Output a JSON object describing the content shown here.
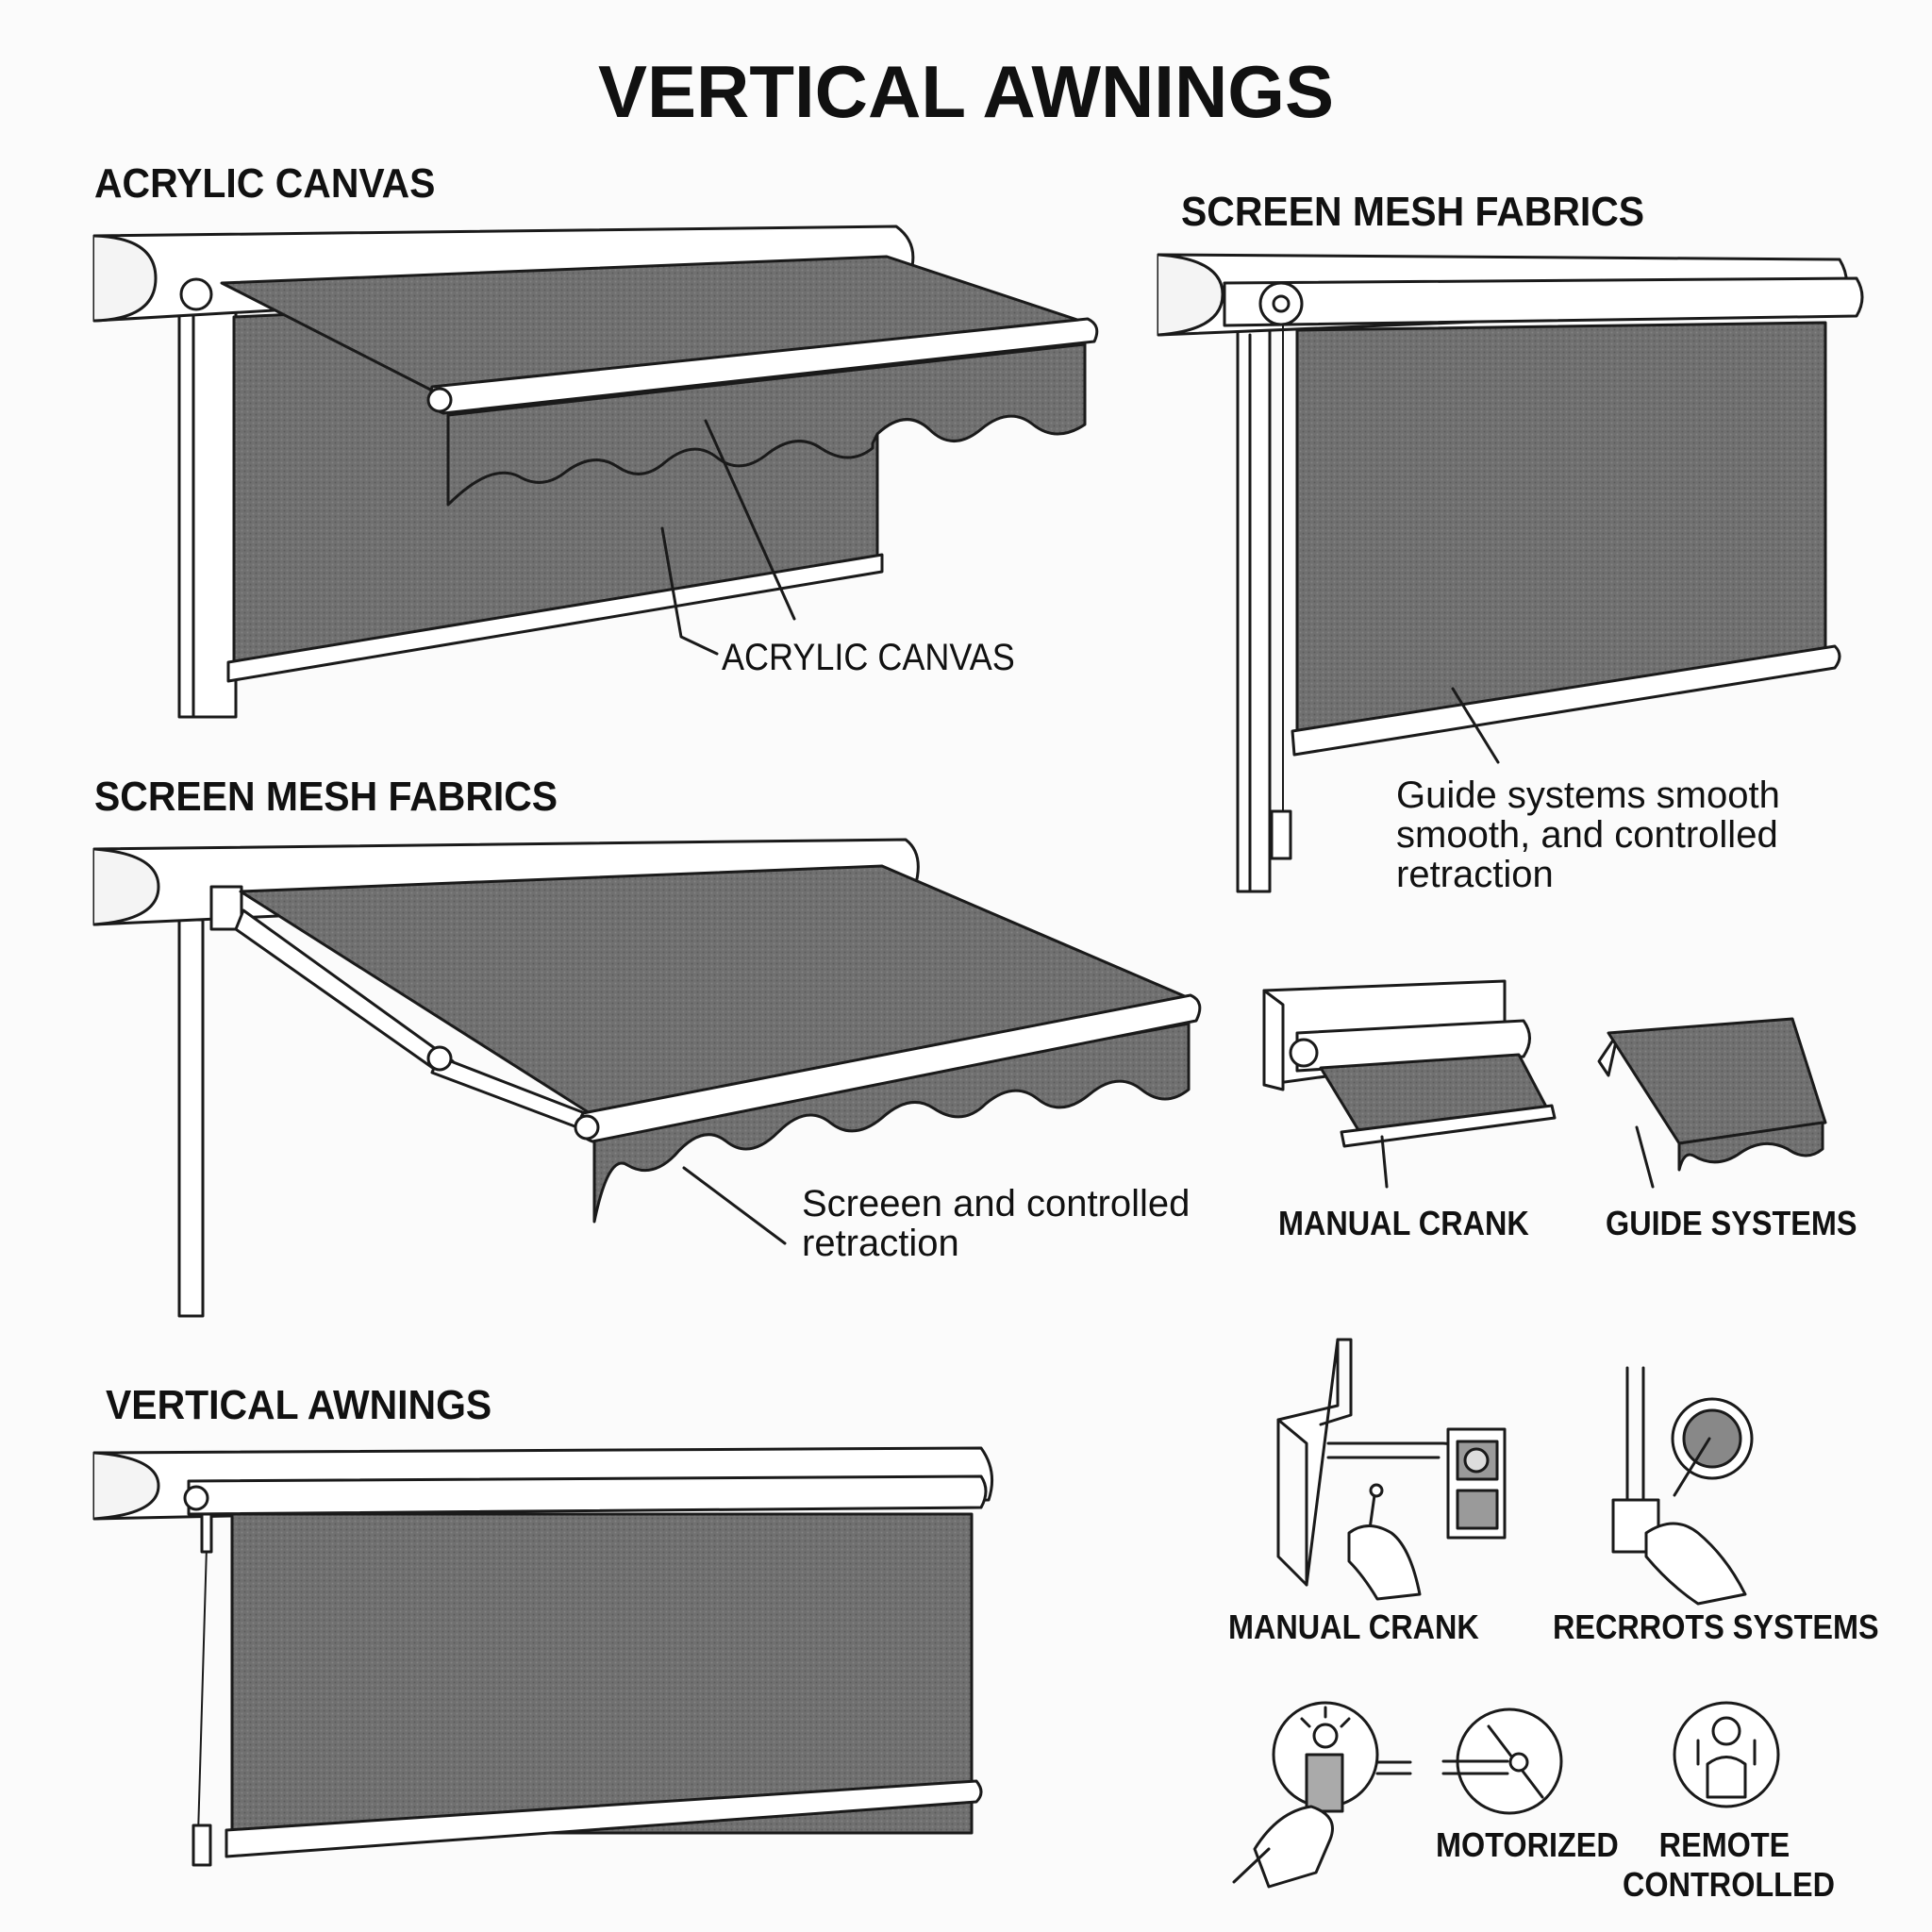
{
  "title": "VERTICAL AWNINGS",
  "sections": {
    "acrylic_heading": "ACRYLIC CANVAS",
    "mesh_heading_top": "SCREEN MESH FABRICS",
    "mesh_heading_mid": "SCREEN MESH FABRICS",
    "vertical_heading": "VERTICAL AWNINGS"
  },
  "callouts": {
    "acrylic": "ACRYLIC CANVAS",
    "guide_line1": "Guide systems smooth",
    "guide_line2": "smooth, and controlled",
    "guide_line3": "retraction",
    "screen_line1": "Screeen and controlled",
    "screen_line2": "retraction"
  },
  "captions": {
    "manual_crank_1": "MANUAL CRANK",
    "guide_systems": "GUIDE SYSTEMS",
    "manual_crank_2": "MANUAL CRANK",
    "recrrots_systems": "RECRROTS SYSTEMS",
    "motorized": "MOTORIZED",
    "remote_line1": "REMOTE",
    "remote_line2": "CONTROLLED"
  },
  "colors": {
    "fabric": "#6e6e6e",
    "line": "#1a1a1a",
    "background": "#fbfbfb"
  }
}
